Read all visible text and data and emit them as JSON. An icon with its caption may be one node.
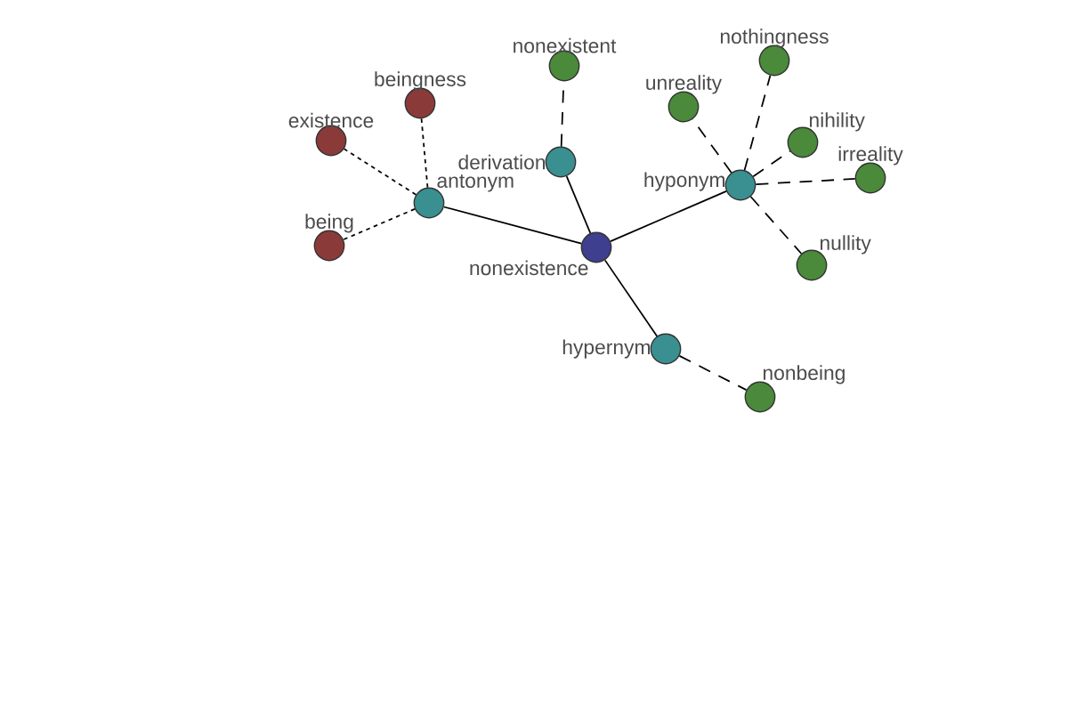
{
  "diagram": {
    "nodes": [
      {
        "text": [
          "nonexistence"
        ]
      },
      {
        "text": [
          "antonym"
        ]
      },
      {
        "text": [
          "derivation"
        ]
      },
      {
        "text": [
          "hyponym"
        ]
      },
      {
        "text": [
          "hypernym"
        ]
      },
      {
        "text": [
          "existence"
        ]
      },
      {
        "text": [
          "beingness"
        ]
      },
      {
        "text": [
          "being"
        ]
      },
      {
        "text": [
          "nonexistent"
        ]
      },
      {
        "text": [
          "unreality"
        ]
      },
      {
        "text": [
          "nothingness"
        ]
      },
      {
        "text": [
          "nihility"
        ]
      },
      {
        "text": [
          "irreality"
        ]
      },
      {
        "text": [
          "nullity"
        ]
      },
      {
        "text": [
          "nonbeing"
        ]
      }
    ],
    "edges": [
      {
        "from": 0,
        "to": 1,
        "arrow": "none"
      },
      {
        "from": 0,
        "to": 2,
        "arrow": "none"
      },
      {
        "from": 0,
        "to": 3,
        "arrow": "none"
      },
      {
        "from": 0,
        "to": 4,
        "arrow": "none"
      },
      {
        "from": 1,
        "to": 5,
        "arrow": "none",
        "style": "dashed"
      },
      {
        "from": 1,
        "to": 6,
        "arrow": "none",
        "style": "dashed"
      },
      {
        "from": 1,
        "to": 7,
        "arrow": "none",
        "style": "dashed"
      },
      {
        "from": 2,
        "to": 8,
        "arrow": "none",
        "style": "dashed"
      },
      {
        "from": 3,
        "to": 9,
        "arrow": "none",
        "style": "dashed"
      },
      {
        "from": 3,
        "to": 10,
        "arrow": "none",
        "style": "dashed"
      },
      {
        "from": 3,
        "to": 11,
        "arrow": "none",
        "style": "dashed"
      },
      {
        "from": 3,
        "to": 12,
        "arrow": "none",
        "style": "dashed"
      },
      {
        "from": 3,
        "to": 13,
        "arrow": "none",
        "style": "dashed"
      },
      {
        "from": 4,
        "to": 14,
        "arrow": "none",
        "style": "dashed"
      }
    ]
  }
}
